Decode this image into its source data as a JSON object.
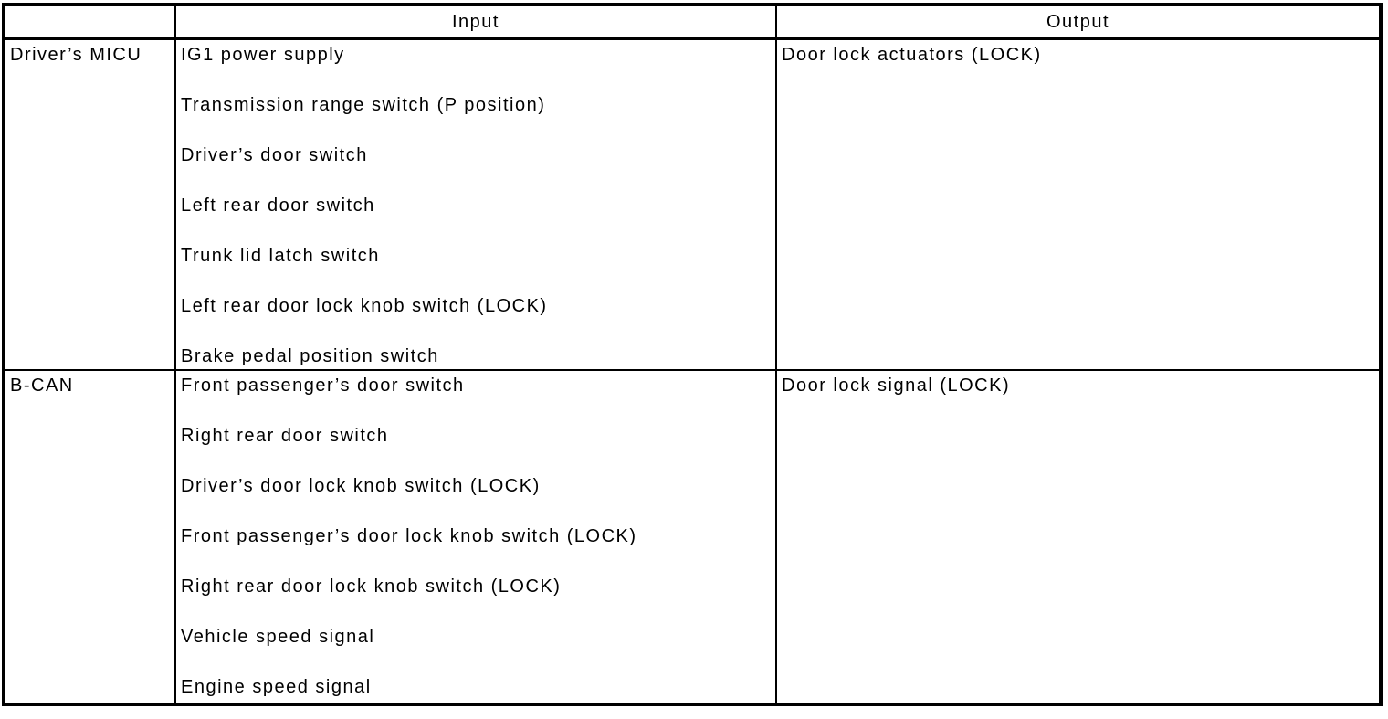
{
  "table": {
    "header": {
      "source": "",
      "input": "Input",
      "output": "Output"
    },
    "rows": [
      {
        "source": "Driver’s MICU",
        "inputs": [
          "IG1 power supply",
          "Transmission range switch (P position)",
          "Driver’s door switch",
          "Left rear door switch",
          "Trunk lid latch switch",
          "Left rear door lock knob switch (LOCK)",
          "Brake pedal position switch"
        ],
        "outputs": [
          "Door lock actuators (LOCK)"
        ]
      },
      {
        "source": "B-CAN",
        "inputs": [
          "Front passenger’s door switch",
          "Right rear door switch",
          "Driver’s door lock knob switch (LOCK)",
          "Front passenger’s door lock knob switch (LOCK)",
          "Right rear door lock knob switch (LOCK)",
          "Vehicle speed signal",
          "Engine speed signal"
        ],
        "outputs": [
          "Door lock signal (LOCK)"
        ]
      }
    ]
  },
  "colors": {
    "border": "#000000",
    "text": "#000000",
    "background": "#ffffff"
  }
}
